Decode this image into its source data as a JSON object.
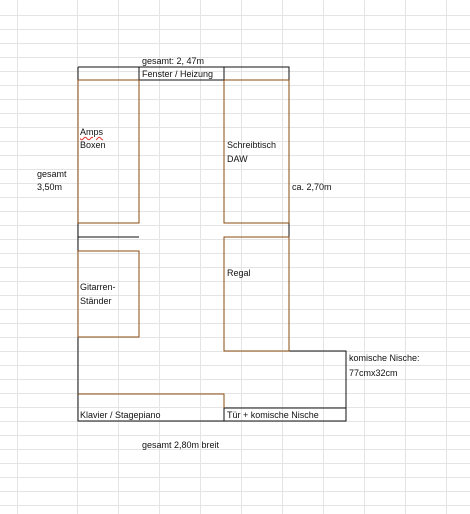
{
  "labels": {
    "total_top": "gesamt: 2, 47m",
    "window": "Fenster / Heizung",
    "amps_line1": "Amps",
    "amps_line2": "Boxen",
    "desk_line1": "Schreibtisch",
    "desk_line2": "DAW",
    "total_left_line1": "gesamt",
    "total_left_line2": "3,50m",
    "right_length": "ca. 2,70m",
    "guitar_line1": "Gitarren-",
    "guitar_line2": "Ständer",
    "shelf": "Regal",
    "niche_line1": "komische Nische:",
    "niche_line2": "77cmx32cm",
    "piano": "Klavier / Stagepiano",
    "door": "Tür + komische Nische",
    "total_bottom": "gesamt 2,80m breit"
  },
  "colors": {
    "wall": "#111111",
    "furniture": "#8a4b12",
    "grid": "#e4e4e4",
    "spellcheck": "#e0302a"
  }
}
